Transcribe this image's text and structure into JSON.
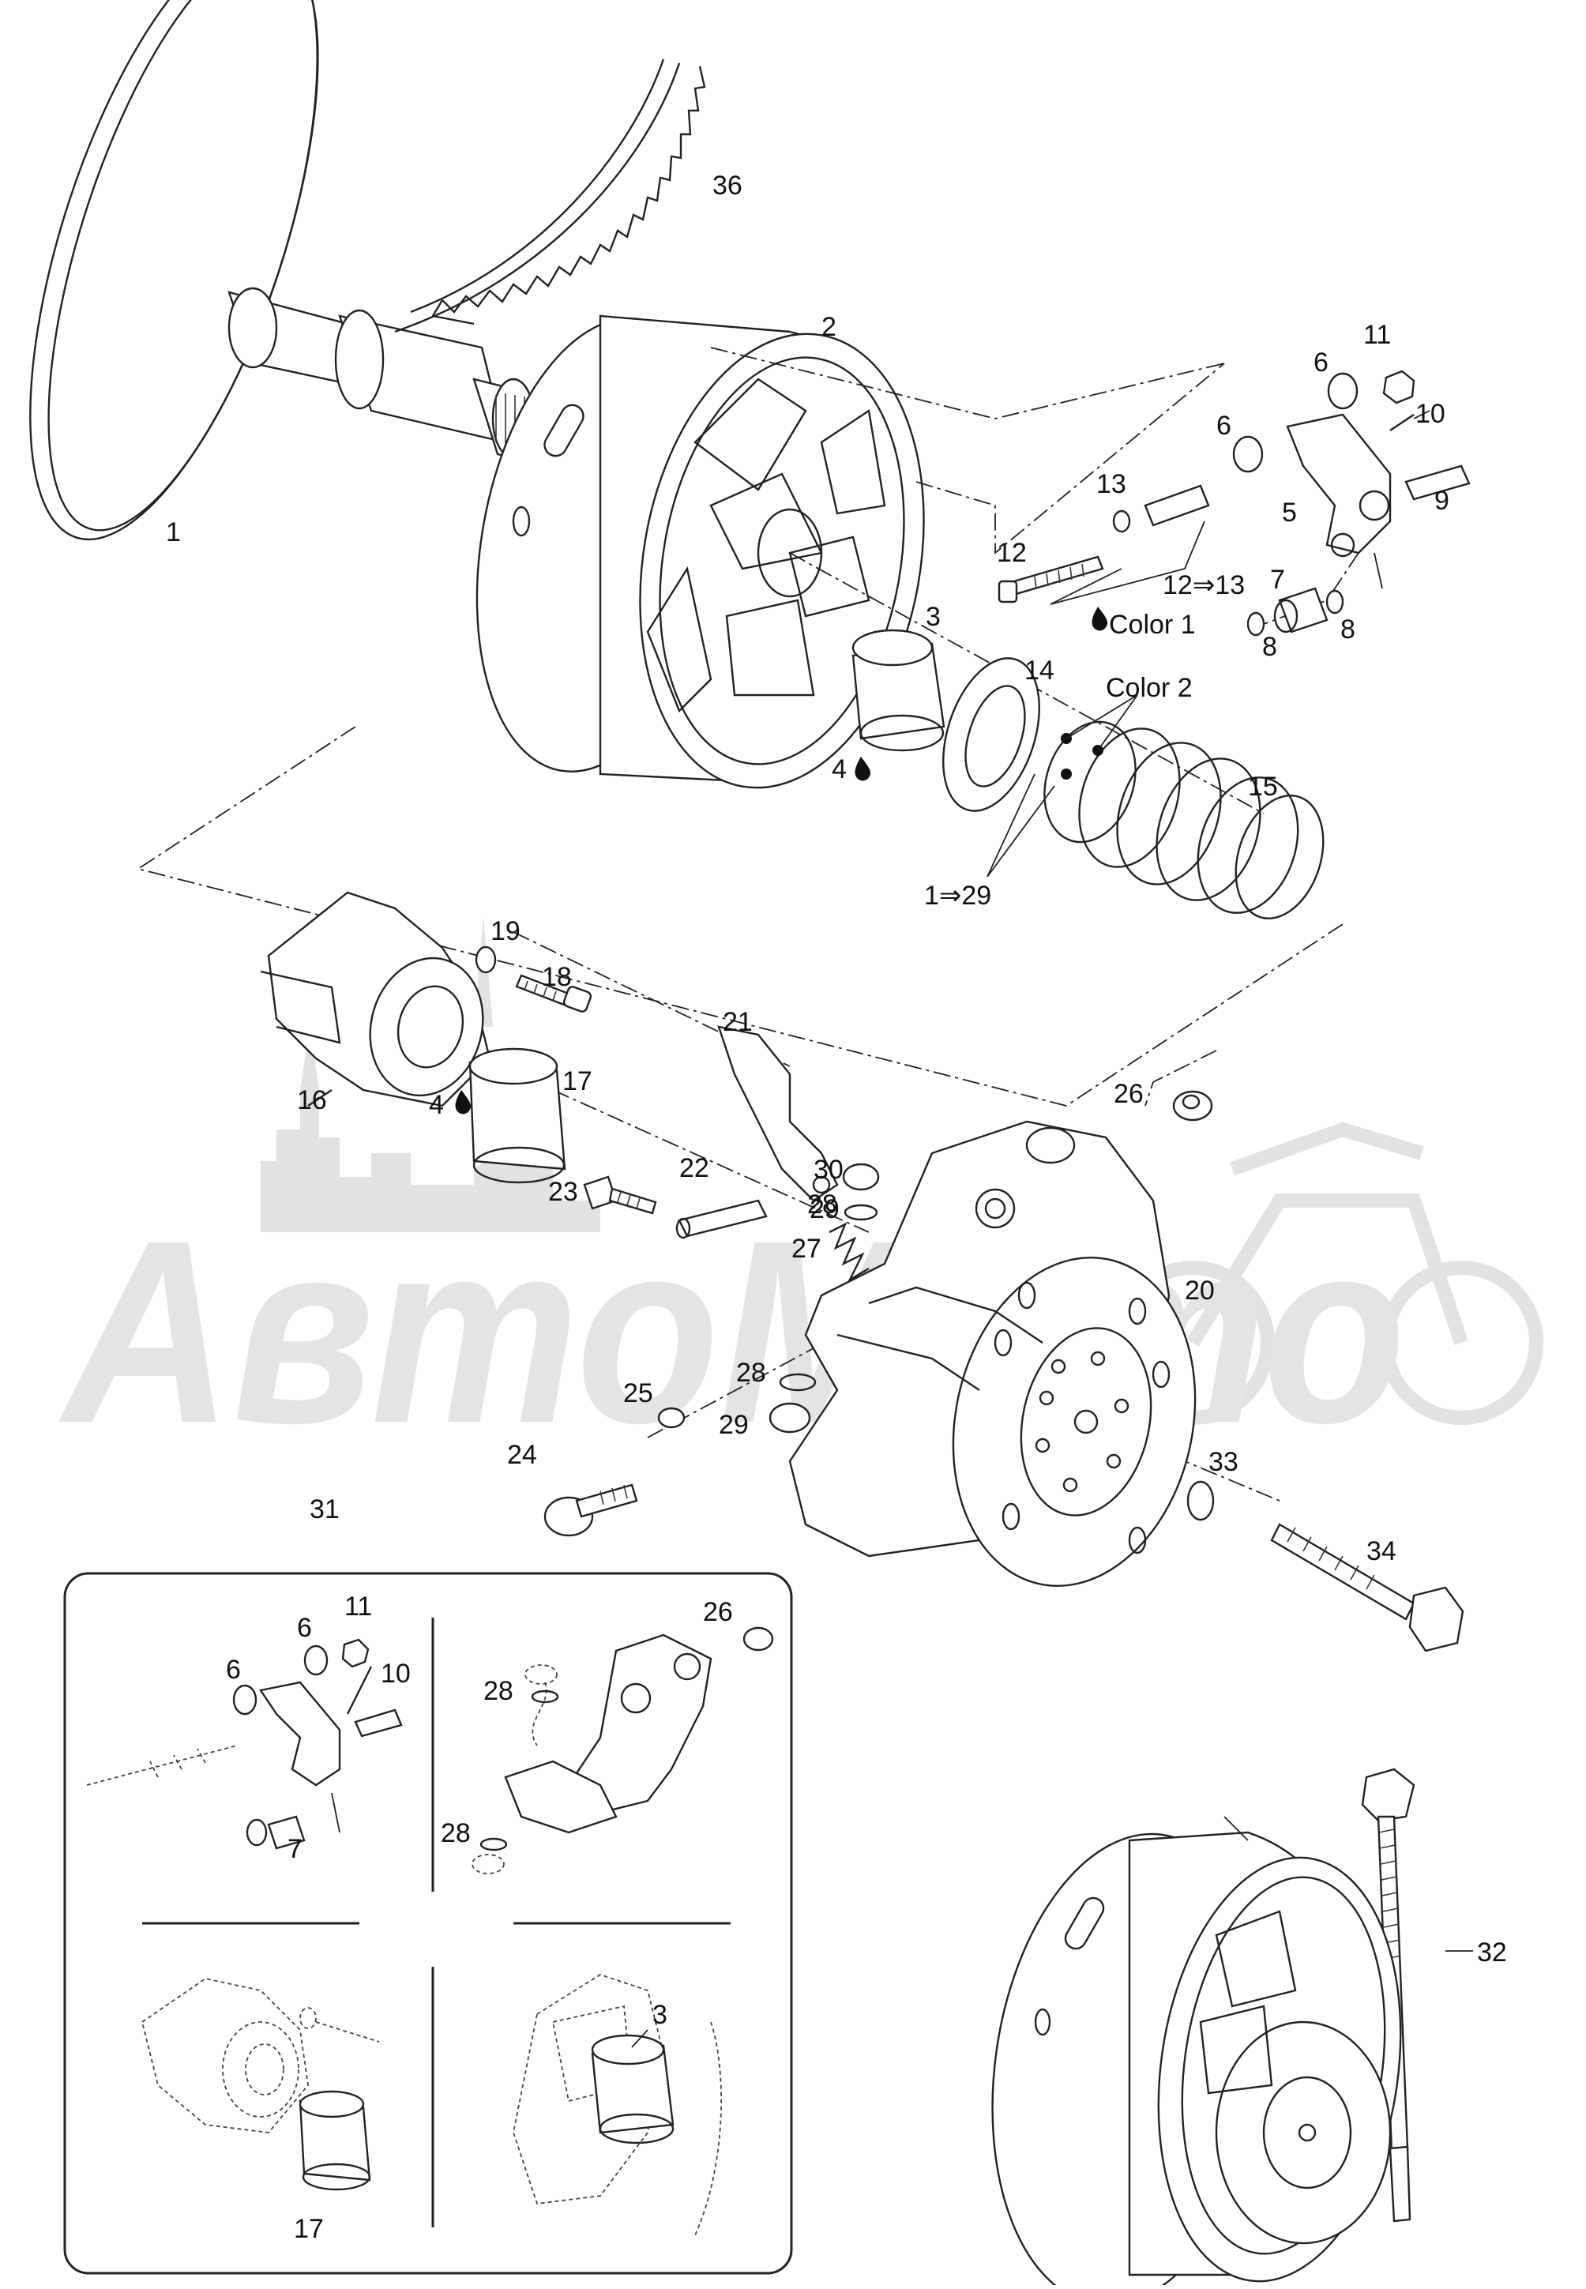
{
  "diagram": {
    "callouts": [
      {
        "id": "c1",
        "text": "1"
      },
      {
        "id": "c2",
        "text": "2"
      },
      {
        "id": "c3",
        "text": "3"
      },
      {
        "id": "c4a",
        "text": "4"
      },
      {
        "id": "c4b",
        "text": "4"
      },
      {
        "id": "c5",
        "text": "5"
      },
      {
        "id": "c6a",
        "text": "6"
      },
      {
        "id": "c6b",
        "text": "6"
      },
      {
        "id": "c7",
        "text": "7"
      },
      {
        "id": "c8a",
        "text": "8"
      },
      {
        "id": "c8b",
        "text": "8"
      },
      {
        "id": "c9",
        "text": "9"
      },
      {
        "id": "c10",
        "text": "10"
      },
      {
        "id": "c11",
        "text": "11"
      },
      {
        "id": "c12",
        "text": "12"
      },
      {
        "id": "c12to13",
        "text": "12⇒13"
      },
      {
        "id": "c13",
        "text": "13"
      },
      {
        "id": "c14",
        "text": "14"
      },
      {
        "id": "c15",
        "text": "15"
      },
      {
        "id": "c16",
        "text": "16"
      },
      {
        "id": "c17",
        "text": "17"
      },
      {
        "id": "c18",
        "text": "18"
      },
      {
        "id": "c19",
        "text": "19"
      },
      {
        "id": "c20",
        "text": "20"
      },
      {
        "id": "c21",
        "text": "21"
      },
      {
        "id": "c22",
        "text": "22"
      },
      {
        "id": "c23",
        "text": "23"
      },
      {
        "id": "c24",
        "text": "24"
      },
      {
        "id": "c25",
        "text": "25"
      },
      {
        "id": "c26",
        "text": "26"
      },
      {
        "id": "c27",
        "text": "27"
      },
      {
        "id": "c28a",
        "text": "28"
      },
      {
        "id": "c28b",
        "text": "28"
      },
      {
        "id": "c29a",
        "text": "29"
      },
      {
        "id": "c29b",
        "text": "29"
      },
      {
        "id": "c30",
        "text": "30"
      },
      {
        "id": "c31",
        "text": "31"
      },
      {
        "id": "c32",
        "text": "32"
      },
      {
        "id": "c33",
        "text": "33"
      },
      {
        "id": "c34",
        "text": "34"
      },
      {
        "id": "c36",
        "text": "36"
      },
      {
        "id": "color1",
        "text": "Color 1"
      },
      {
        "id": "color2",
        "text": "Color 2"
      },
      {
        "id": "c1to29",
        "text": "1⇒29"
      }
    ],
    "inset_callouts": [
      {
        "id": "i11",
        "text": "11"
      },
      {
        "id": "i6a",
        "text": "6"
      },
      {
        "id": "i6b",
        "text": "6"
      },
      {
        "id": "i10",
        "text": "10"
      },
      {
        "id": "i7",
        "text": "7"
      },
      {
        "id": "i26",
        "text": "26"
      },
      {
        "id": "i28a",
        "text": "28"
      },
      {
        "id": "i28b",
        "text": "28"
      },
      {
        "id": "i17",
        "text": "17"
      },
      {
        "id": "i3",
        "text": "3"
      }
    ],
    "watermark_text": "АвтоМото"
  }
}
